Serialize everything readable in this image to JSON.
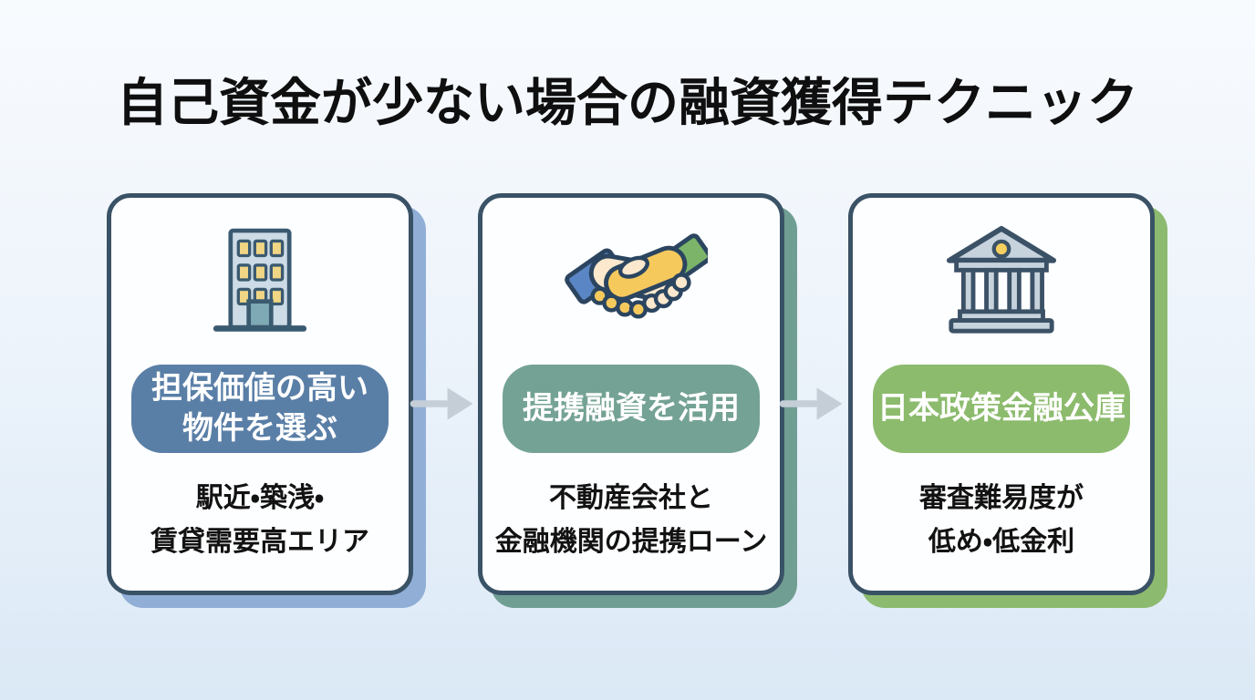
{
  "title": "自己資金が少ない場合の融資獲得テクニック",
  "colors": {
    "background_top": "#f8fbfe",
    "background_bottom": "#dbe9f6",
    "title_text": "#0f0f10",
    "card_background": "#fdfeff",
    "card_border": "#3a5266",
    "pill_text": "#ffffff",
    "description_text": "#121212",
    "arrow": "#c5ced6",
    "building_body": "#cddbe6",
    "building_window": "#f0d584",
    "building_door": "#7fa9b4",
    "handshake_left_sleeve": "#5b86c5",
    "handshake_right_sleeve": "#7cb46a",
    "handshake_left_hand": "#fce8cd",
    "handshake_right_hand": "#f6c95d",
    "bank_body": "#c6d3dd",
    "bank_circle": "#f5cf5f",
    "icon_outline": "#2e4a60"
  },
  "steps": [
    {
      "icon": "building-icon",
      "pill_label_line1": "担保価値の高い",
      "pill_label_line2": "物件を選ぶ",
      "pill_color": "#5a7fa7",
      "card_shadow": "#90aed6",
      "description_line1": "駅近・築浅・",
      "description_line2": "賃貸需要高エリア"
    },
    {
      "icon": "handshake-icon",
      "pill_label_line1": "提携融資を活用",
      "pill_label_line2": "",
      "pill_color": "#74a294",
      "card_shadow": "#719e93",
      "description_line1": "不動産会社と",
      "description_line2": "金融機関の提携ローン"
    },
    {
      "icon": "bank-icon",
      "pill_label_line1": "日本政策金融公庫",
      "pill_label_line2": "",
      "pill_color": "#8cbb6d",
      "card_shadow": "#8cba6e",
      "description_line1": "審査難易度が",
      "description_line2": "低め・低金利"
    }
  ]
}
